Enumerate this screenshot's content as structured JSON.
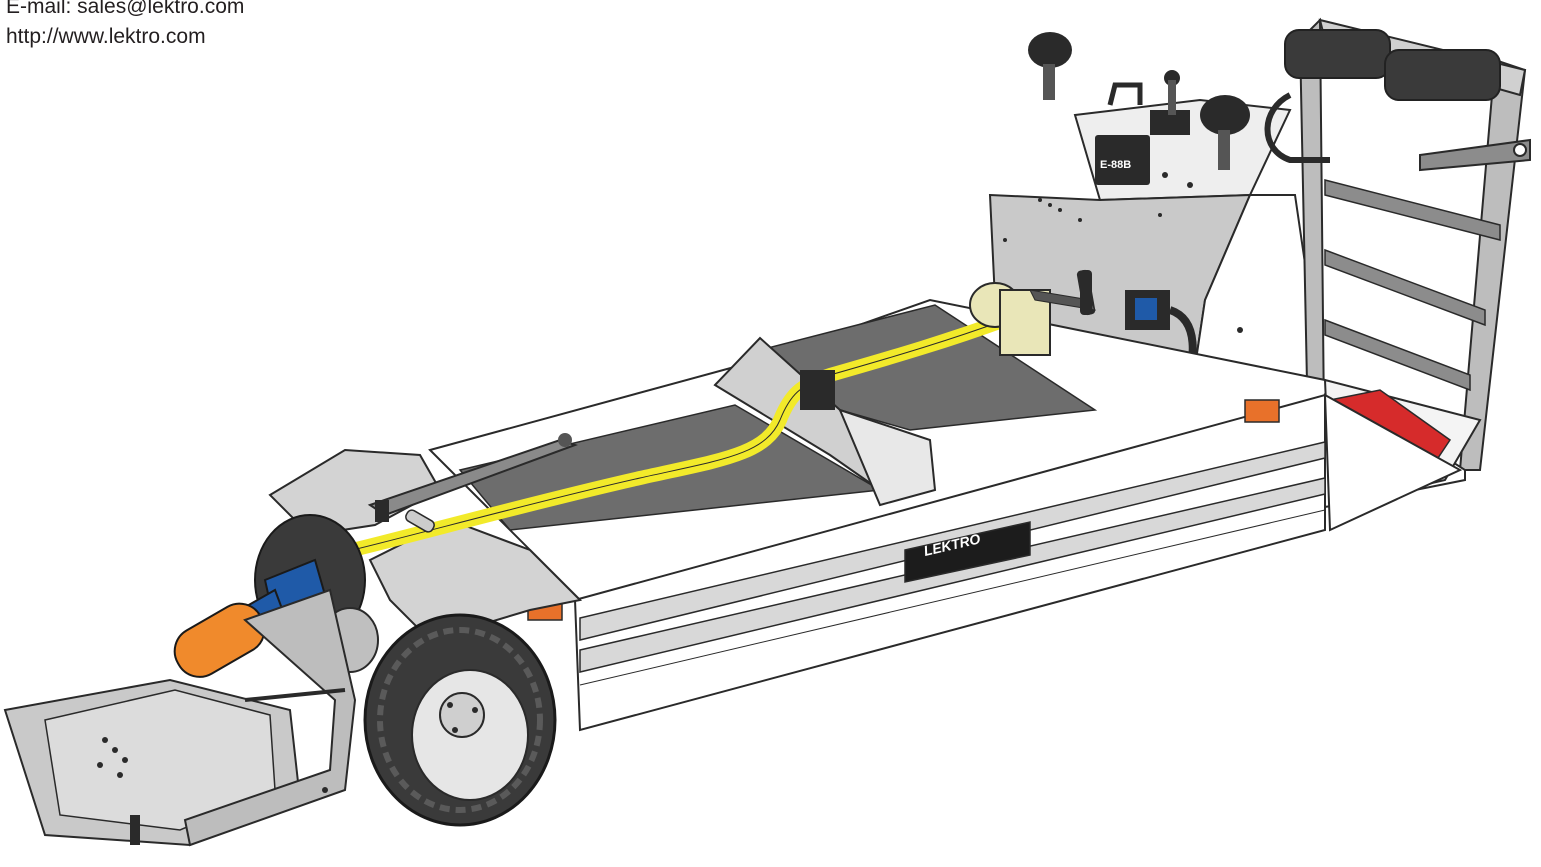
{
  "contact": {
    "email_line": "E-mail: sales@lektro.com",
    "url_line": "http://www.lektro.com"
  },
  "logo": {
    "brand_text": "LEKTRO",
    "badge_text": "E-88B"
  },
  "colors": {
    "body": "#ffffff",
    "outline": "#2a2a2a",
    "deck": "#6d6d6d",
    "panel": "#cfcfcf",
    "strap": "#f2ea2a",
    "clamp_blue": "#1f5aa8",
    "clamp_orange": "#f08a2c",
    "reflector": "#e8712a",
    "floor_mat": "#d62b2b",
    "winch": "#e9e6b8",
    "tire": "#3a3a3a"
  }
}
